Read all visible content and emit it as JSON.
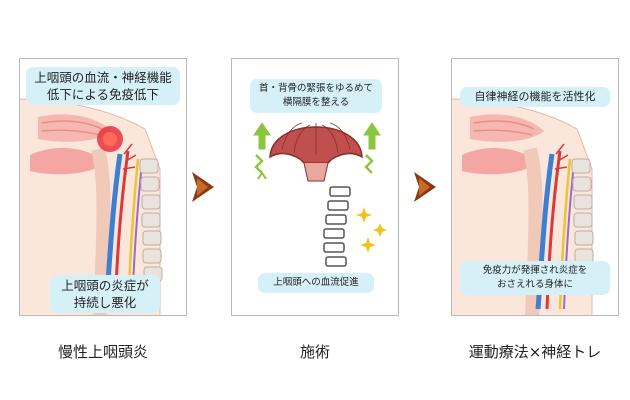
{
  "panels": [
    {
      "top_text": [
        "上咽頭の血流・神経機能",
        "低下による免疫低下"
      ],
      "bottom_text": [
        "上咽頭の炎症が",
        "持続し悪化"
      ],
      "caption": "慢性上咽頭炎"
    },
    {
      "top_text": [
        "首・背骨の緊張をゆるめて",
        "横隔膜を整える"
      ],
      "bottom_text": "上咽頭への血流促進",
      "caption": "施術"
    },
    {
      "top_text": "自律神経の機能を活性化",
      "bottom_text": [
        "免疫力が発揮され炎症を",
        "おさえれる身体に"
      ],
      "caption": "運動療法×神経トレ"
    }
  ],
  "colors": {
    "bubble": "#d6f0f8",
    "arrow": "#8a3a12",
    "inflammation": "#e8323a",
    "green_arrow": "#8cc63f",
    "diaphragm": "#c0504d"
  },
  "icons": [
    "head-anatomy-illustration",
    "diaphragm-illustration",
    "spine-illustration",
    "sparkle-icon",
    "up-arrow-icon",
    "chevron-right-icon"
  ]
}
